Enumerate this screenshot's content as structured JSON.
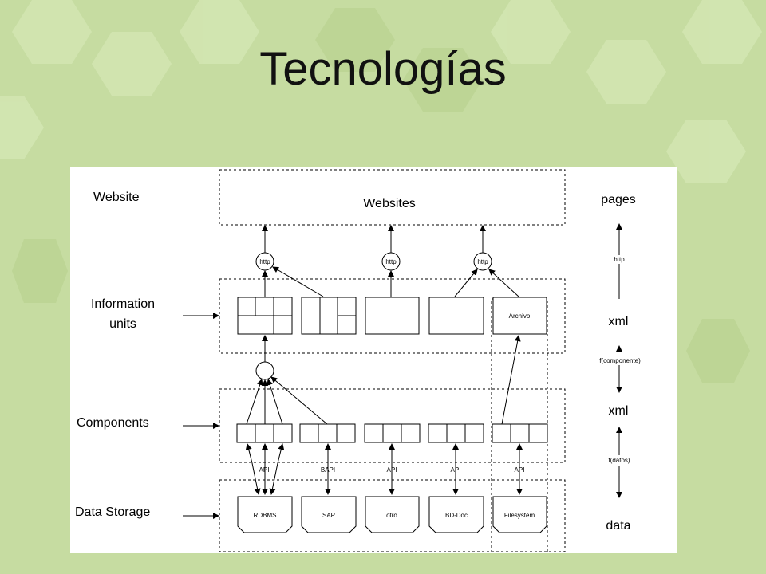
{
  "slide": {
    "title": "Tecnologías"
  },
  "diagram": {
    "layers": {
      "website": "Website",
      "information_units": [
        "Information",
        "units"
      ],
      "components": "Components",
      "data_storage": "Data Storage"
    },
    "websites_box": "Websites",
    "http_label": "http",
    "archivo_label": "Archivo",
    "apis": [
      "API",
      "BAPI",
      "API",
      "API",
      "API"
    ],
    "storages": [
      "RDBMS",
      "SAP",
      "otro",
      "BD-Doc",
      "Filesystem"
    ],
    "right_column": {
      "pages": "pages",
      "http": "http",
      "xml_top": "xml",
      "f_componente": "f(componente)",
      "xml_bottom": "xml",
      "f_datos": "f(datos)",
      "data": "data"
    }
  }
}
